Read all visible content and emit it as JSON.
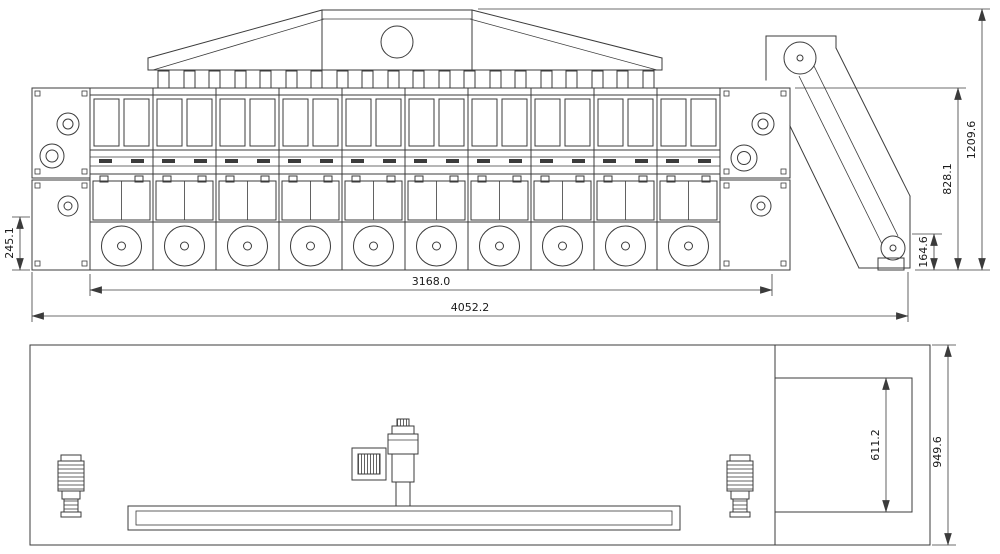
{
  "colors": {
    "line": "#3b3b3b",
    "background": "#ffffff"
  },
  "side_view": {
    "dim_total_length": "4052.2",
    "dim_chamber_length": "3168.0",
    "dim_total_height": "1209.6",
    "dim_body_height": "828.1",
    "dim_discharge_height": "164.6",
    "dim_base_height": "245.1"
  },
  "plan_view": {
    "dim_overall_width": "949.6",
    "dim_outlet_length": "611.2"
  }
}
